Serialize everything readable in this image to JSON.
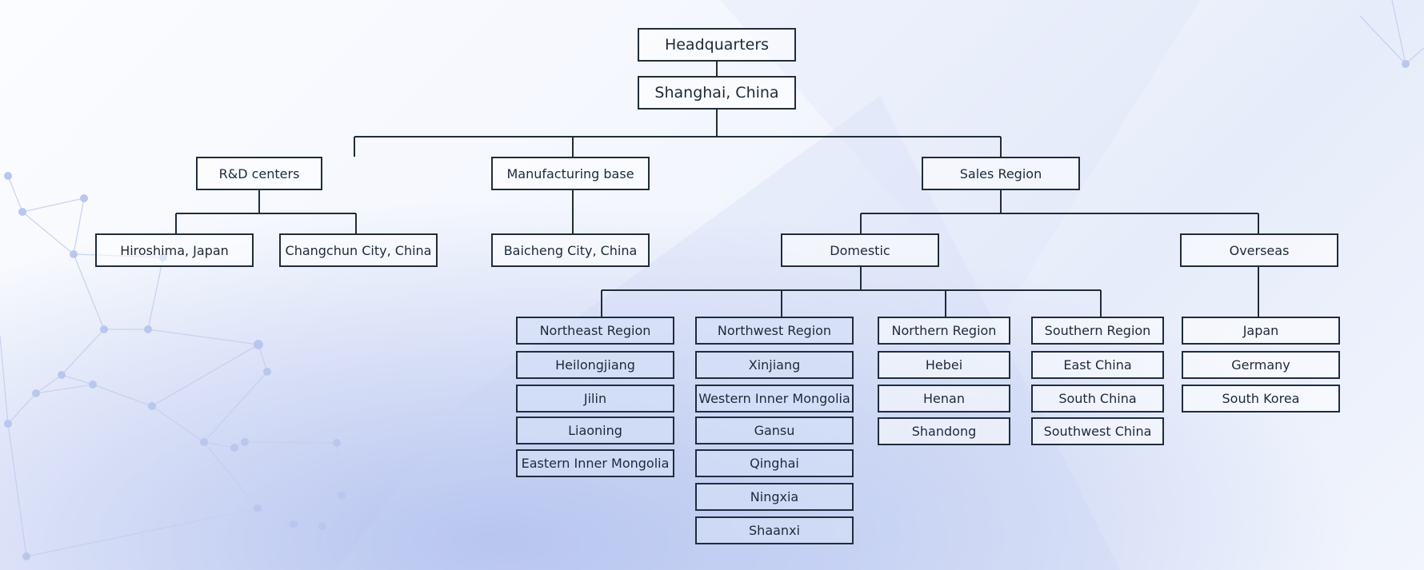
{
  "org": {
    "headquarters": "Headquarters",
    "location": "Shanghai, China",
    "rd": {
      "title": "R&D centers",
      "children": [
        "Hiroshima, Japan",
        "Changchun City, China"
      ]
    },
    "manufacturing": {
      "title": "Manufacturing base",
      "children": [
        "Baicheng City, China"
      ]
    },
    "sales": {
      "title": "Sales Region",
      "domestic": {
        "title": "Domestic",
        "northeast": {
          "title": "Northeast Region",
          "items": [
            "Heilongjiang",
            "Jilin",
            "Liaoning",
            "Eastern Inner Mongolia"
          ]
        },
        "northwest": {
          "title": "Northwest Region",
          "items": [
            "Xinjiang",
            "Western Inner Mongolia",
            "Gansu",
            "Qinghai",
            "Ningxia",
            "Shaanxi"
          ]
        },
        "northern": {
          "title": "Northern Region",
          "items": [
            "Hebei",
            "Henan",
            "Shandong"
          ]
        },
        "southern": {
          "title": "Southern Region",
          "items": [
            "East China",
            "South China",
            "Southwest China"
          ]
        }
      },
      "overseas": {
        "title": "Overseas",
        "items": [
          "Japan",
          "Germany",
          "South Korea"
        ]
      }
    }
  },
  "colors": {
    "line": "#1f2d3d",
    "node_accent": "#b9c7ee"
  }
}
